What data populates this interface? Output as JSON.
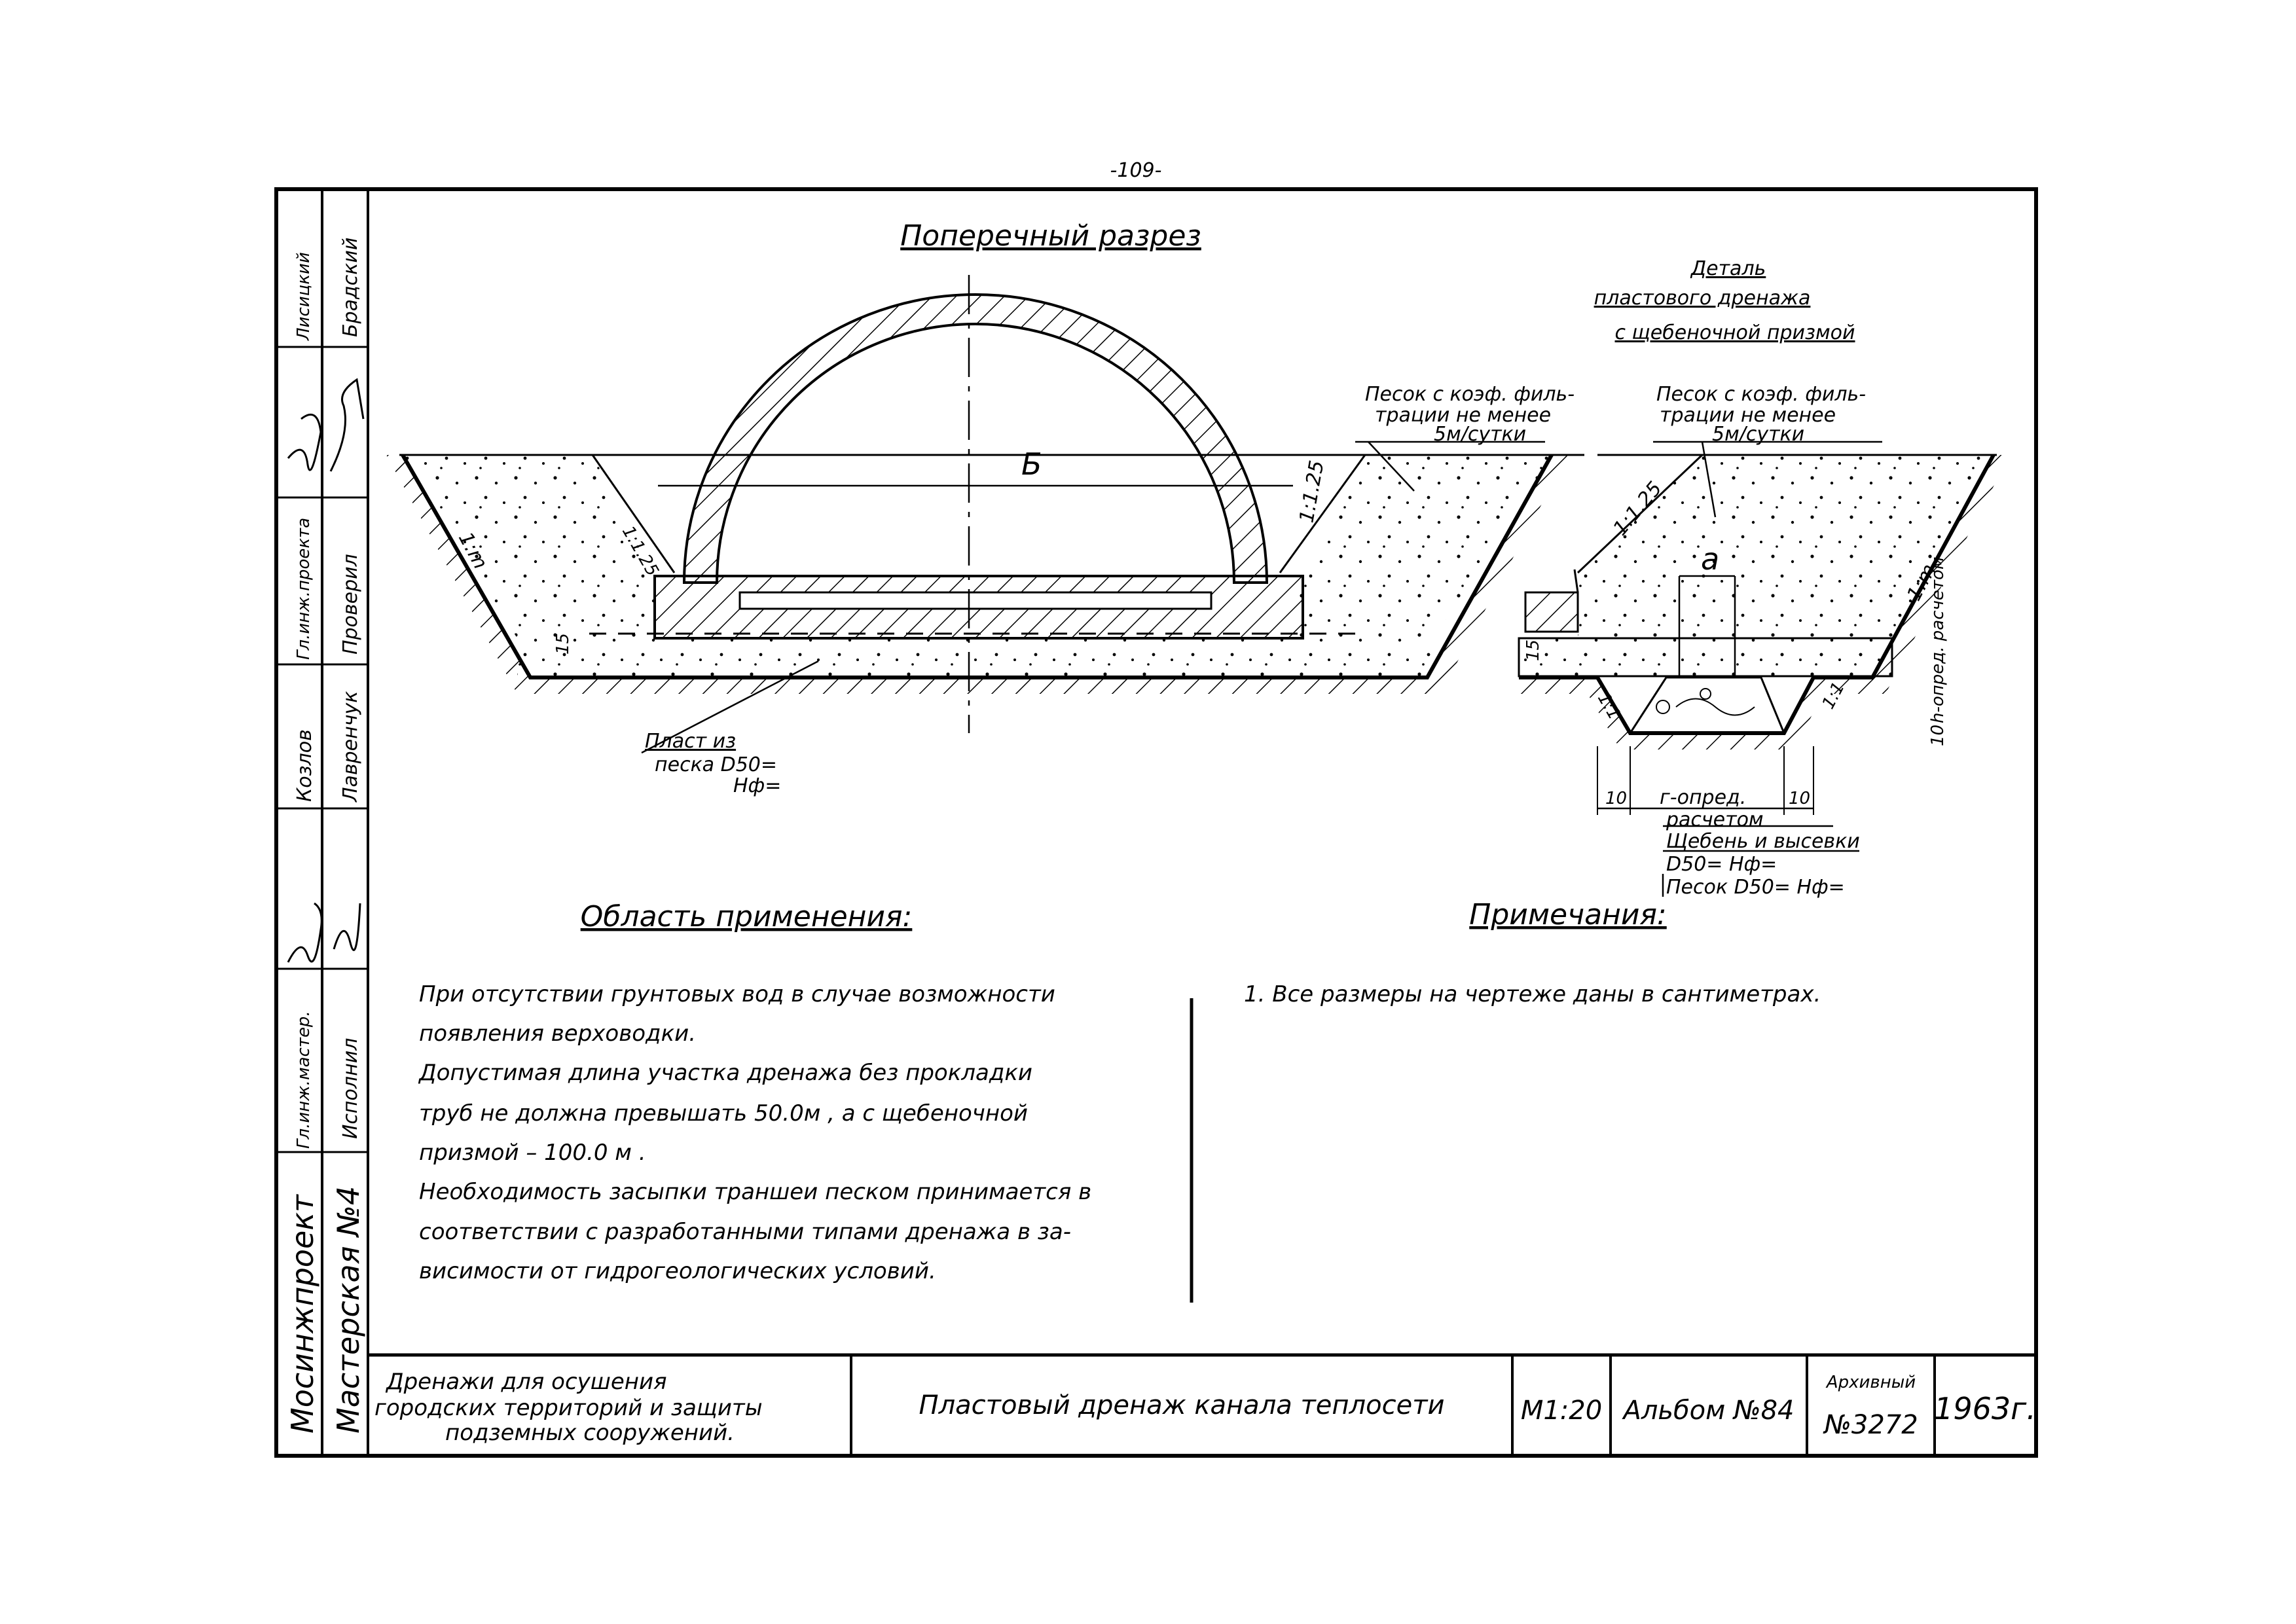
{
  "page_number": "-109-",
  "cross_section": {
    "title": "Поперечный разрез",
    "width_label": "Б",
    "slope_inner_left": "1:1.25",
    "slope_inner_right": "1:1.25",
    "slope_outer_left": "1:m",
    "dim_15": "15",
    "sand_note": [
      "Песок с коэф. филь-",
      "трации не менее",
      "5м/сутки"
    ],
    "layer_note": [
      "Пласт из",
      "песка D50=",
      "Нф="
    ]
  },
  "detail": {
    "title": [
      "Деталь",
      "пластового дренажа",
      "с щебеночной призмой"
    ],
    "sand_note": [
      "Песок с коэф. филь-",
      "трации не менее",
      "5м/сутки"
    ],
    "slope_inner": "1:1.25",
    "slope_outer": "1:m",
    "slope_prism_left": "1:1",
    "slope_prism_right": "1:1",
    "dim_a": "а",
    "dim_15": "15",
    "dim_10_left": "10",
    "dim_10_right": "10",
    "dim_10_vert": "10",
    "dim_h": "h-опред. расчетом",
    "dim_g": [
      "г-опред.",
      "расчетом"
    ],
    "gravel_note": [
      "Щебень и высевки",
      "D50=        Нф="
    ],
    "sand_param": "Песок D50=        Нф="
  },
  "application": {
    "title": "Область применения:",
    "lines": [
      "При отсутствии грунтовых вод в случае возможности",
      "появления верховодки.",
      "Допустимая длина участка дренажа без прокладки",
      "труб не должна превышать 50.0м , а с щебеночной",
      "призмой  –  100.0 м .",
      "Необходимость засыпки траншеи песком принимается в",
      "соответствии с разработанными типами дренажа в за-",
      "висимости от гидрогеологических условий."
    ]
  },
  "notes": {
    "title": "Примечания:",
    "items": [
      "1. Все размеры на чертеже даны в сантиметрах."
    ]
  },
  "side_stamp": {
    "org": "Мосинжпроект",
    "workshop": "Мастерская №4",
    "roles": [
      "Исполнил",
      "Гл.инж.мастер.",
      "Лавренчук",
      "Проверил",
      "Гл.инж.проекта",
      "Брадский"
    ],
    "names": [
      "Козлов",
      "Лисицкий"
    ]
  },
  "title_block": {
    "series": [
      "Дренажи для осушения",
      "городских территорий и защиты",
      "подземных сооружений."
    ],
    "drawing_title": "Пластовый дренаж канала теплосети",
    "scale": "М1:20",
    "album": "Альбом №84",
    "archive_label": "Архивный",
    "archive_no": "№3272",
    "year": "1963г."
  }
}
